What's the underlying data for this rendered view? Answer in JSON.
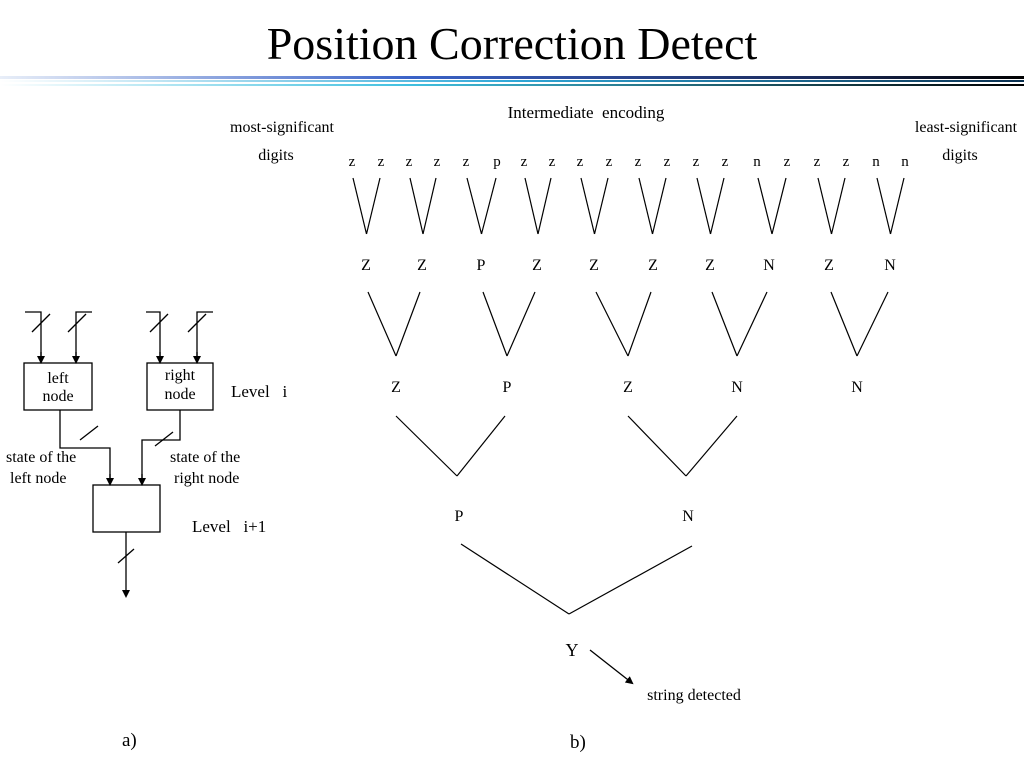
{
  "title": "Position Correction Detect",
  "diagram_a": {
    "left_node": [
      "left",
      "node"
    ],
    "right_node": [
      "right",
      "node"
    ],
    "level_i": "Level   i",
    "level_i1": "Level   i+1",
    "state_left": [
      "state of the",
      "left node"
    ],
    "state_right": [
      "state of the",
      "right node"
    ],
    "caption": "a)"
  },
  "diagram_b": {
    "heading": "Intermediate  encoding",
    "msd": [
      "most-significant",
      "digits"
    ],
    "lsd": [
      "least-significant",
      "digits"
    ],
    "digits": [
      "z",
      "z",
      "z",
      "z",
      "z",
      "p",
      "z",
      "z",
      "z",
      "z",
      "z",
      "z",
      "z",
      "z",
      "n",
      "z",
      "z",
      "z",
      "n",
      "n"
    ],
    "level1": [
      "Z",
      "Z",
      "P",
      "Z",
      "Z",
      "Z",
      "Z",
      "N",
      "Z",
      "N"
    ],
    "level2": [
      "Z",
      "P",
      "Z",
      "N",
      "N"
    ],
    "level3": [
      "P",
      "N"
    ],
    "result": "Y",
    "result_label": "string detected",
    "caption": "b)"
  }
}
